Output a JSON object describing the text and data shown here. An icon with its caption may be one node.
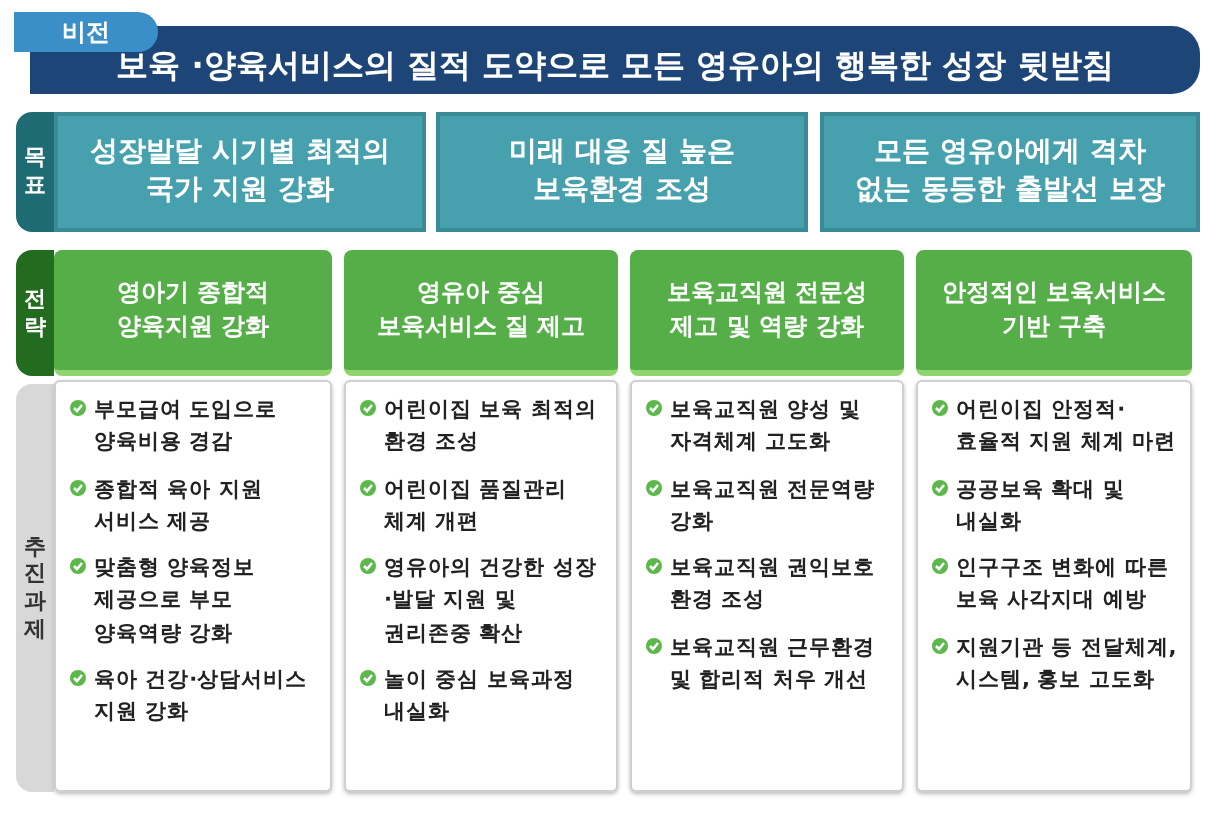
{
  "diagram": {
    "nodes": [
      {
        "text": [
          "비전"
        ]
      },
      {
        "text": [
          "보육 ·양육서비스의 질적 도약으로 모든 영유아의 행복한 성장 뒷받침"
        ]
      },
      {
        "text": [
          "목표"
        ]
      },
      {
        "text": [
          "성장발달 시기별 최적의 국가 지원 강화"
        ]
      },
      {
        "text": [
          "미래 대응 질 높은 보육환경 조성"
        ]
      },
      {
        "text": [
          "모든 영유아에게 격차 없는 동등한 출발선 보장"
        ]
      },
      {
        "text": [
          "전략"
        ]
      },
      {
        "text": [
          "영아기 종합적 양육지원 강화"
        ]
      },
      {
        "text": [
          "영유아 중심 보육서비스 질 제고"
        ]
      },
      {
        "text": [
          "보육교직원 전문성 제고 및 역량 강화"
        ]
      },
      {
        "text": [
          "안정적인 보육서비스 기반 구축"
        ]
      },
      {
        "text": [
          "추진과제"
        ]
      },
      {
        "text": [
          "부모급여 도입으로 양육비용 경감",
          "종합적 육아 지원 서비스 제공",
          "맞춤형 양육정보 제공으로 부모 양육역량 강화",
          "육아 건강·상담서비스 지원 강화"
        ]
      },
      {
        "text": [
          "어린이집 보육 최적의 환경 조성",
          "어린이집 품질관리 체계 개편",
          "영유아의 건강한 성장·발달 지원 및 권리존중 확산",
          "놀이 중심 보육과정 내실화"
        ]
      },
      {
        "text": [
          "보육교직원 양성 및 자격체계 고도화",
          "보육교직원 전문역량 강화",
          "보육교직원 권익보호 환경 조성",
          "보육교직원 근무환경 및 합리적 처우 개선"
        ]
      },
      {
        "text": [
          "어린이집 안정적· 효율적 지원 체계 마련",
          "공공보육 확대 및 내실화",
          "인구구조 변화에 따른 보육 사각지대 예방",
          "지원기관 등 전달체계, 시스템, 홍보 고도화"
        ]
      }
    ],
    "edges": []
  }
}
